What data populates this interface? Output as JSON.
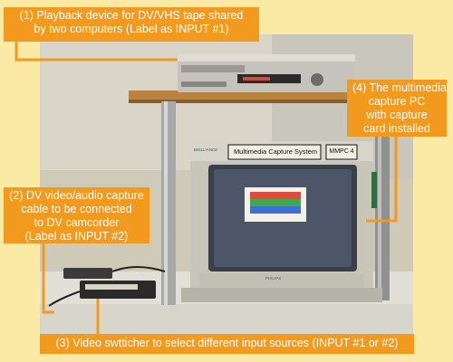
{
  "callouts": {
    "input1": {
      "line1": "(1) Playback device for DV/VHS tape shared",
      "line2": "by two computers (Label as INPUT #1)"
    },
    "input2": {
      "line1": "(2) DV video/audio capture",
      "line2": "cable to be connected",
      "line3": "to DV camcorder",
      "line4": "(Label as INPUT #2)"
    },
    "switcher": {
      "line1": "(3) Video swtticher to select different input sources (INPUT #1 or #2)"
    },
    "capture_pc": {
      "line1": "(4) The multimedia",
      "line2": "capture PC",
      "line3": "with capture",
      "line4": "card installed"
    }
  },
  "photo": {
    "monitor_sign": "Multimedia Capture System",
    "monitor_tag": "MMPC 4",
    "monitor_brand": "BRILLIANCE",
    "monitor_maker": "PHILIPS"
  },
  "colors": {
    "background": "#fbe9a6",
    "callout": "#f29a1d",
    "callout_text": "#ffffff",
    "leader_line": "#f29a1d"
  },
  "icons": {
    "vcr": "vcr-deck-icon",
    "monitor": "crt-monitor-icon",
    "switcher": "video-switcher-box-icon"
  }
}
